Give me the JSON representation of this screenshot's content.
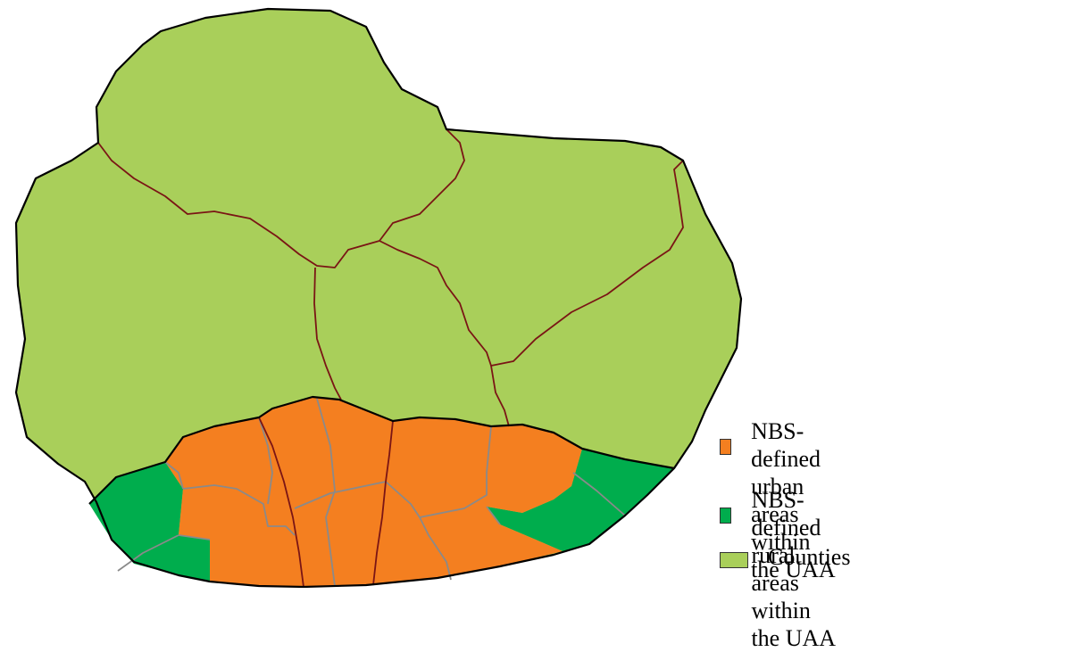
{
  "colors": {
    "county": "#a9cf5a",
    "urban": "#f47f20",
    "rural": "#00ad4d",
    "county_boundary": "#7a1515",
    "area_boundary": "#8a8a8a"
  },
  "legend": {
    "urban": {
      "line1": "NBS-defined urban areas",
      "line2": "within the UAA",
      "color": "#f47f20"
    },
    "rural": {
      "line1": "NBS-defined rural areas",
      "line2": "within the UAA",
      "color": "#00ad4d"
    },
    "county": {
      "line1": "Counties",
      "color": "#a9cf5a"
    }
  }
}
